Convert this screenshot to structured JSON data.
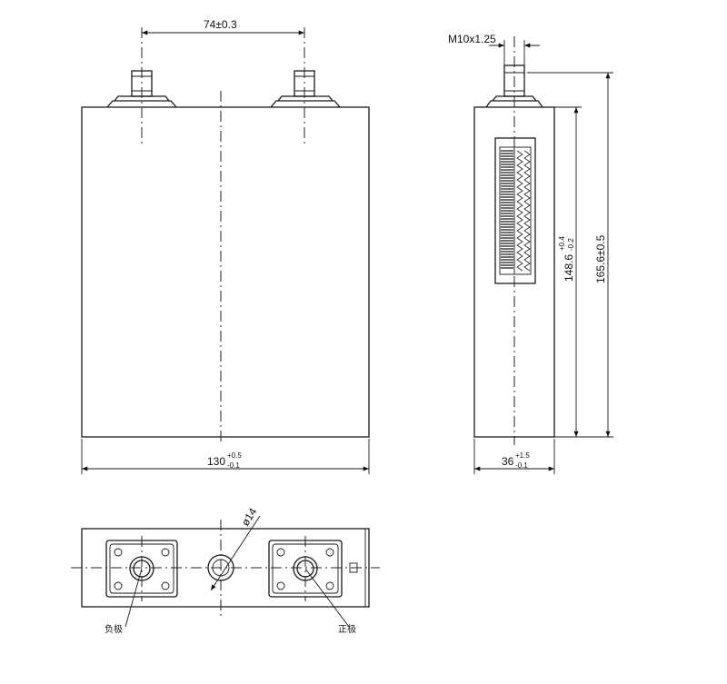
{
  "front_view": {
    "terminal_spacing": "74±0.3",
    "width_main": "130",
    "width_tol_plus": "+0.5",
    "width_tol_minus": "-0.1"
  },
  "side_view": {
    "thread": "M10x1.25",
    "thickness_main": "36",
    "thickness_tol_plus": "+1.5",
    "thickness_tol_minus": "-0.1",
    "body_height_main": "148.6",
    "body_height_tol_plus": "+0.4",
    "body_height_tol_minus": "-0.2",
    "total_height": "165.6±0.5"
  },
  "top_view": {
    "vent_diameter": "ø14",
    "negative_label": "负极",
    "positive_label": "正极"
  }
}
